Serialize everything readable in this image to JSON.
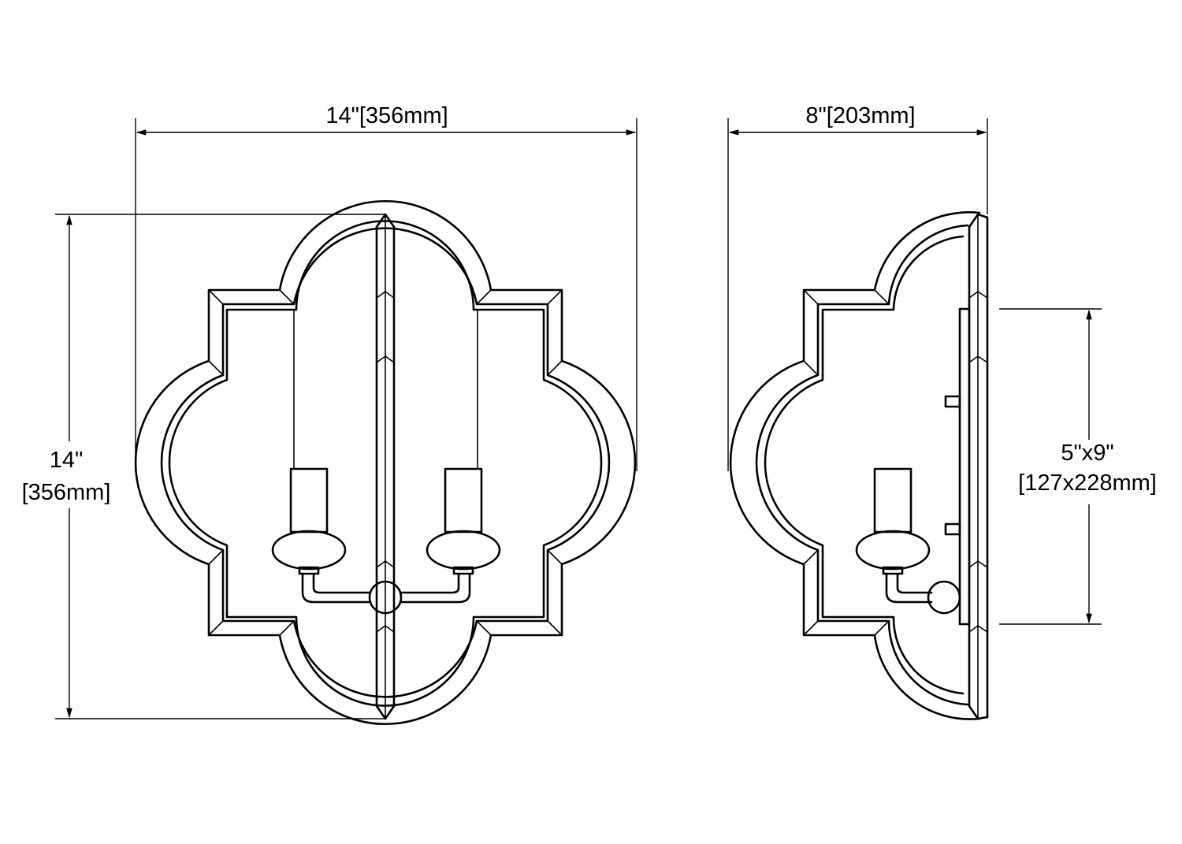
{
  "front_view": {
    "width_label": "14\"[356mm]",
    "height_label_line1": "14\"",
    "height_label_line2": "[356mm]"
  },
  "side_view": {
    "depth_label": "8\"[203mm]",
    "backplate_label_line1": "5\"x9\"",
    "backplate_label_line2": "[127x228mm]"
  }
}
